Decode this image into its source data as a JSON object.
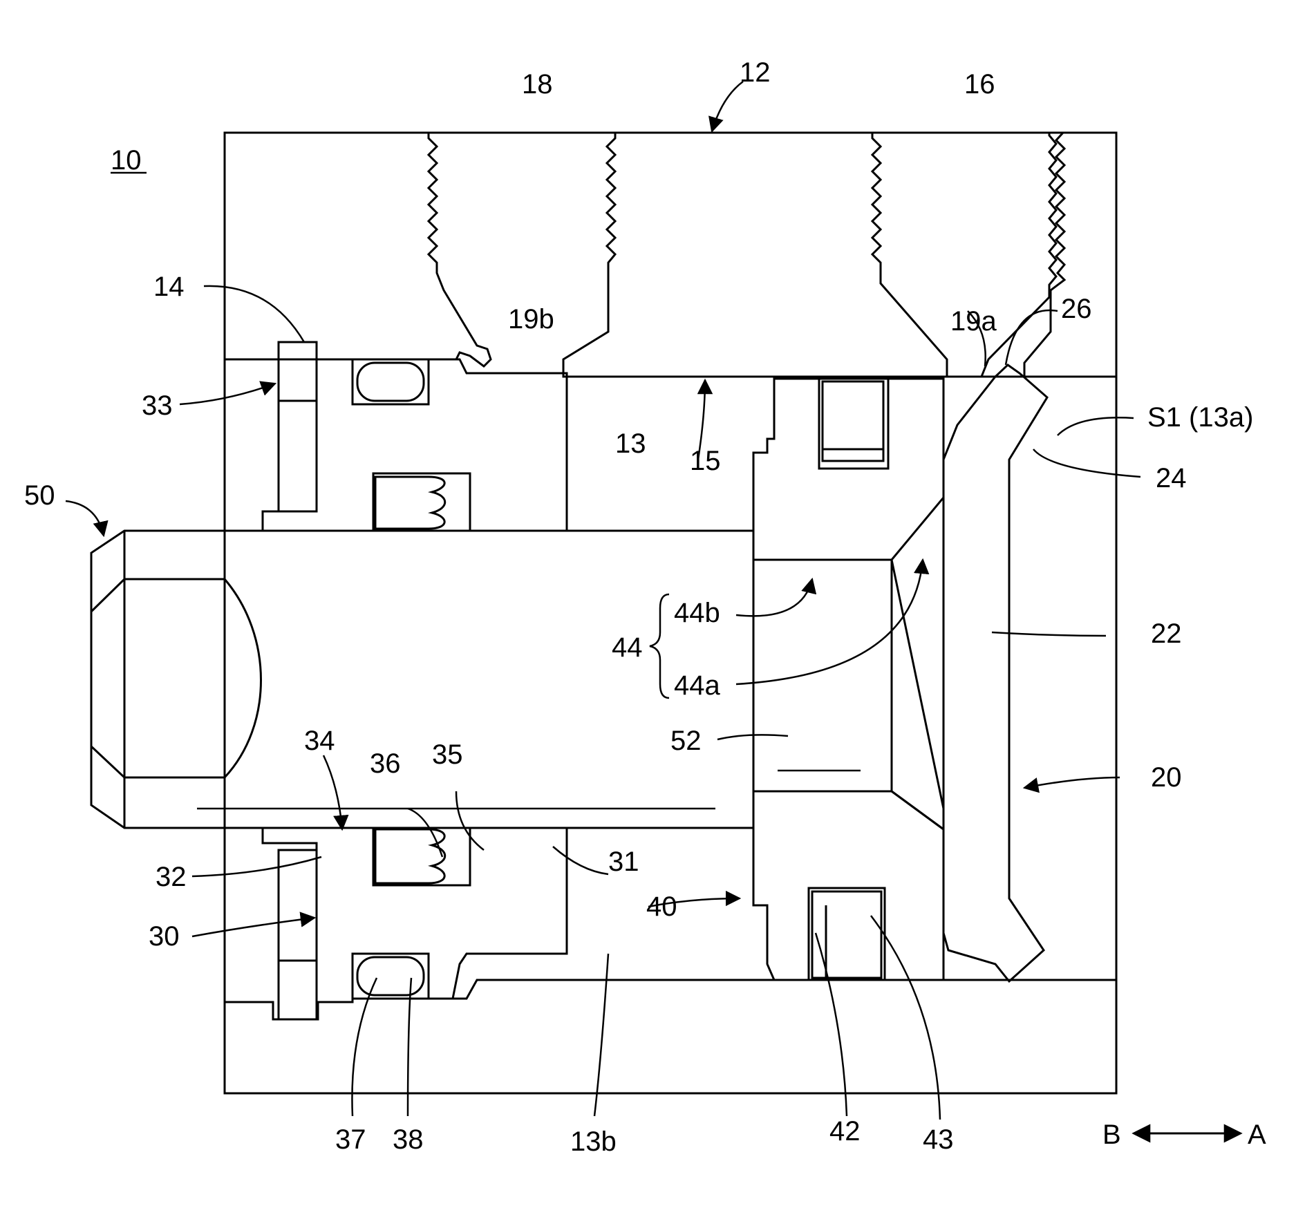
{
  "figure": {
    "labels": {
      "device": "10",
      "body": "12",
      "chamber": "13",
      "chamber_a": "S1 (13a)",
      "chamber_b": "13b",
      "recess": "14",
      "wall": "15",
      "port_a": "16",
      "port_b": "18",
      "passage_a": "19a",
      "passage_b": "19b",
      "valve": "20",
      "valve_stem": "22",
      "valve_head": "24",
      "seat": "26",
      "holder": "30",
      "holder_flange": "31",
      "holder_body": "32",
      "snap_ring": "33",
      "bore": "34",
      "seal_groove": "35",
      "rod_seal": "36",
      "o_ring_groove": "37",
      "o_ring": "38",
      "piston": "40",
      "piston_seal": "42",
      "piston_groove": "43",
      "taper_group": "44",
      "taper_a": "44a",
      "taper_b": "44b",
      "rod": "50",
      "rod_end": "52",
      "dir_b": "B",
      "dir_a": "A"
    }
  }
}
